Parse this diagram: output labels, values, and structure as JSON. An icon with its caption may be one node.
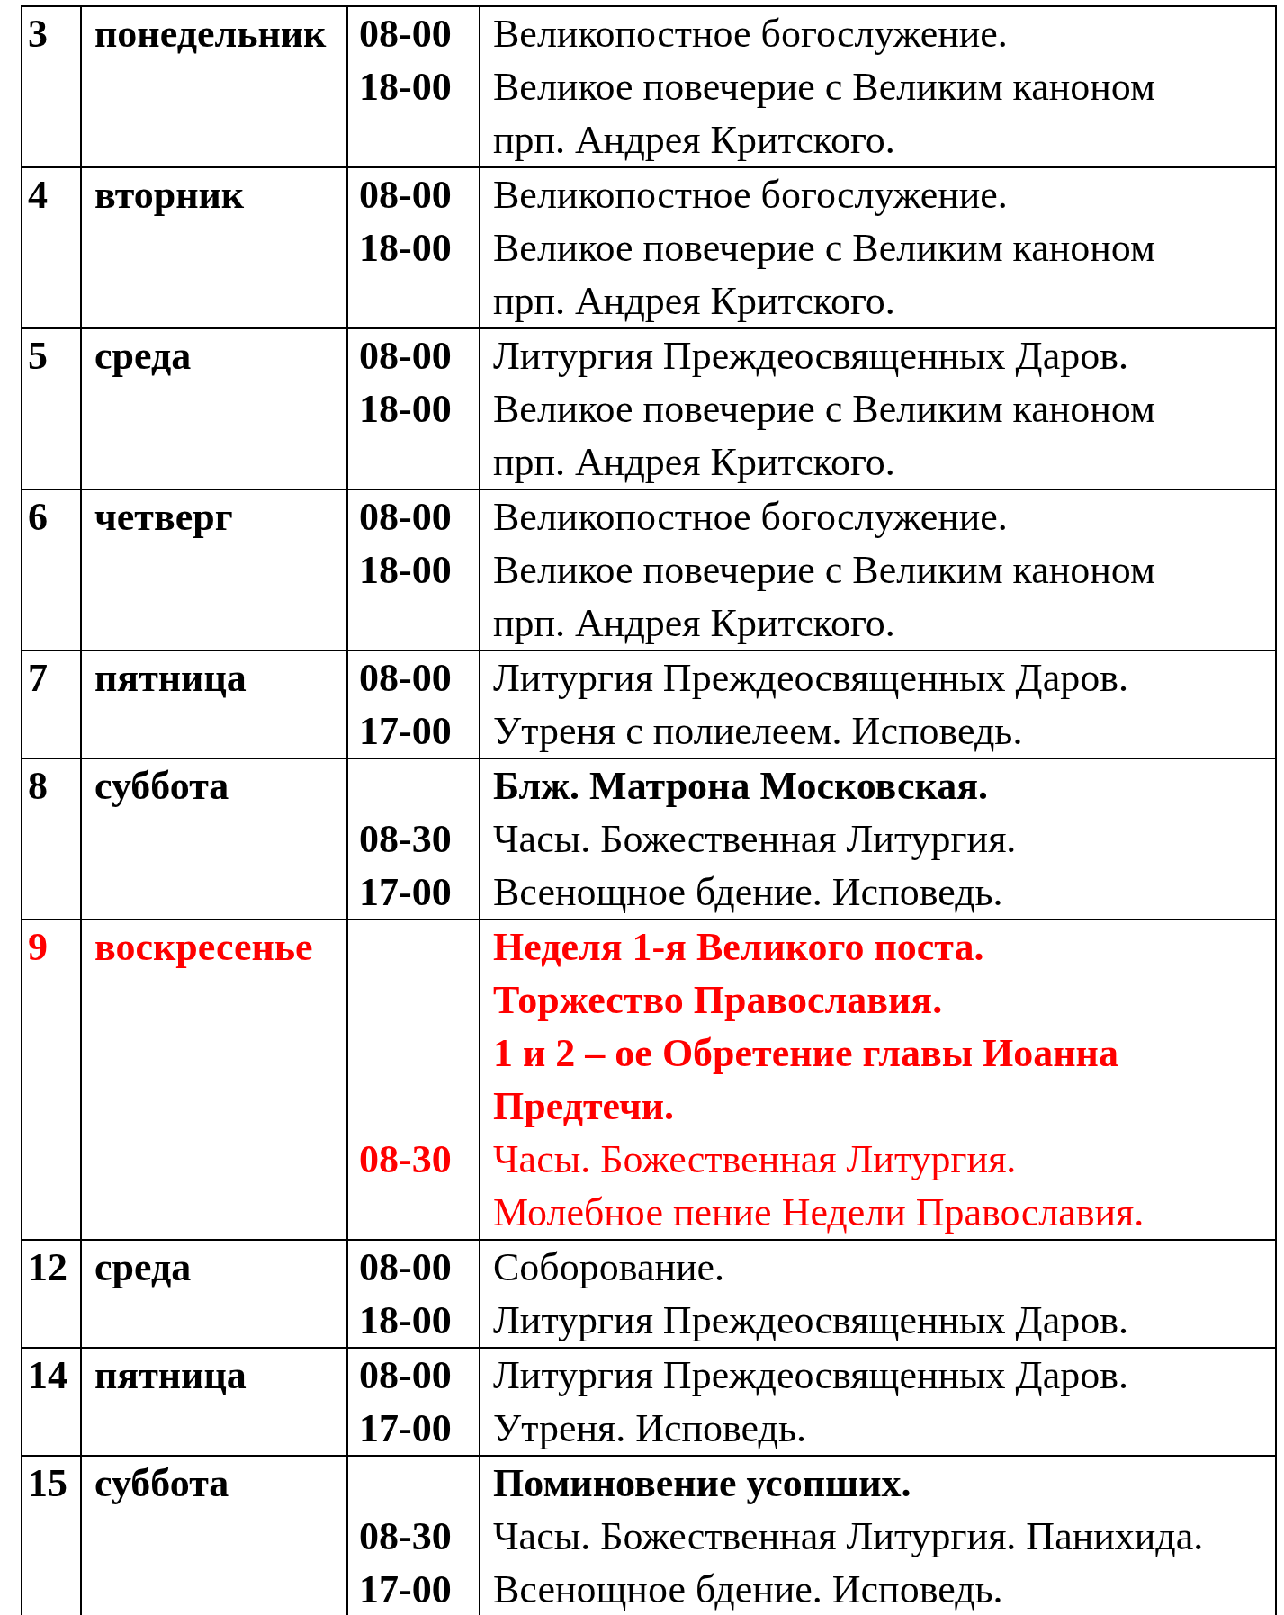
{
  "diagram": {
    "labels": [
      "3",
      "понедельник",
      "08-00",
      "18-00",
      "Великопостное богослужение.",
      "Великое повечерие с Великим каноном прп. Андрея Критского.",
      "4",
      "вторник",
      "08-00",
      "18-00",
      "Великопостное богослужение.",
      "Великое повечерие с Великим каноном прп. Андрея Критского.",
      "5",
      "среда",
      "08-00",
      "18-00",
      "Литургия Преждеосвященных Даров.",
      "Великое повечерие с Великим каноном прп. Андрея Критского.",
      "6",
      "четверг",
      "08-00",
      "18-00",
      "Великопостное богослужение.",
      "Великое повечерие с Великим каноном прп. Андрея Критского.",
      "7",
      "пятница",
      "08-00",
      "17-00",
      "Литургия Преждеосвященных Даров.",
      "Утреня с полиелеем. Исповедь.",
      "8",
      "суббота",
      "08-30",
      "17-00",
      "Блж. Матрона Московская.",
      "Часы. Божественная Литургия.",
      "Всенощное бдение. Исповедь.",
      "9",
      "воскресенье",
      "08-30",
      "Неделя 1-я Великого поста.",
      "Торжество Православия.",
      "1 и 2 – ое Обретение главы Иоанна Предтечи.",
      "Часы. Божественная Литургия.",
      "Молебное пение Недели Православия.",
      "12",
      "среда",
      "08-00",
      "18-00",
      "Соборование.",
      "Литургия Преждеосвященных Даров.",
      "14",
      "пятница",
      "08-00",
      "17-00",
      "Литургия Преждеосвященных Даров.",
      "Утреня. Исповедь.",
      "15",
      "суббота",
      "08-30",
      "17-00",
      "Поминовение усопших.",
      "Часы. Божественная Литургия. Панихида.",
      "Всенощное бдение. Исповедь."
    ]
  }
}
